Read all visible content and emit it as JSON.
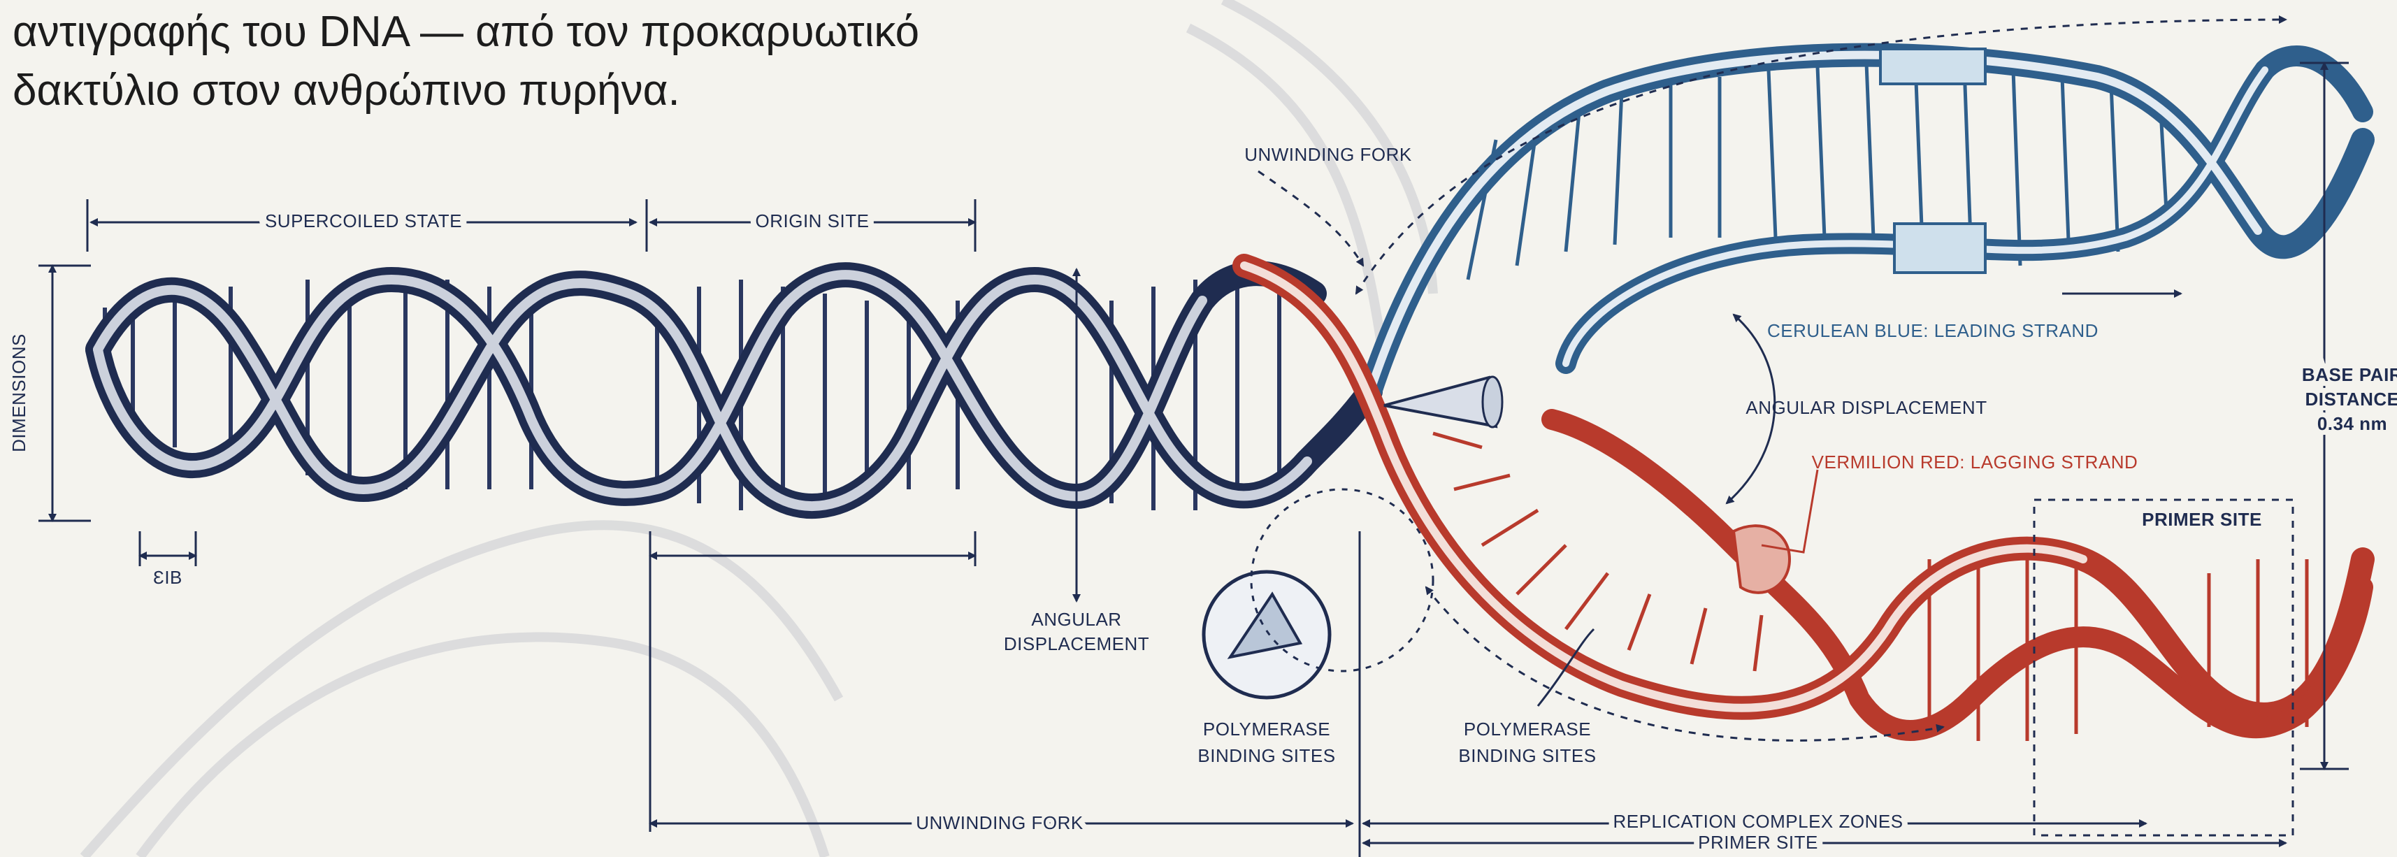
{
  "title_lines": [
    "αντιγραφής του DNA — από τον προκαρυωτικό",
    "δακτύλιο στον ανθρώπινο πυρήνα."
  ],
  "labels": {
    "supercoiled_state": "SUPERCOILED STATE",
    "origin_site": "ORIGIN SITE",
    "dimensions": "DIMENSIONS",
    "small_mark": "ƐIB",
    "angular_displacement_left": [
      "ANGULAR",
      "DISPLACEMENT"
    ],
    "unwinding_fork_top": "UNWINDING FORK",
    "polymerase_left": [
      "POLYMERASE",
      "BINDING SITES"
    ],
    "polymerase_mid": [
      "POLYMERASE",
      "BINDING SITES"
    ],
    "cerulean": "CERULEAN BLUE: LEADING STRAND",
    "angular_displacement_right": "ANGULAR DISPLACEMENT",
    "vermilion": "VERMILION RED: LAGGING STRAND",
    "base_pair": [
      "BASE PAIR",
      "DISTANCE",
      "0.34 nm"
    ],
    "primer_site_box": "PRIMER SITE",
    "unwinding_fork_bottom": "UNWINDING FORK",
    "replication_zones": "REPLICATION COMPLEX ZONES",
    "primer_site_bottom": "PRIMER SITE"
  },
  "colors": {
    "navy": "#1f2c50",
    "cerulean": "#2f5f8c",
    "vermilion": "#b83a2c",
    "paper": "#f4f3ee"
  }
}
